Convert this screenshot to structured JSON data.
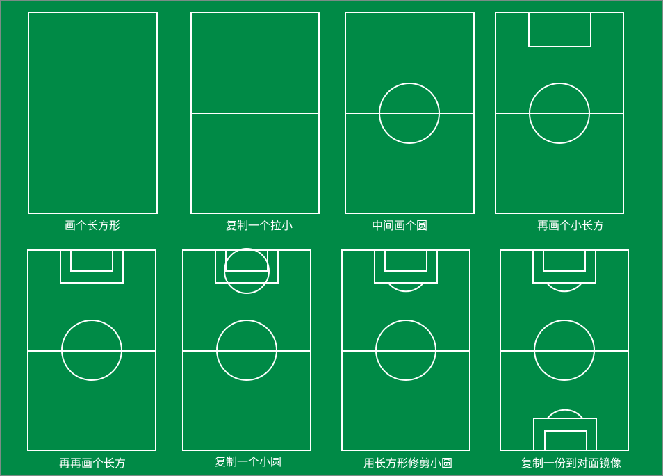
{
  "colors": {
    "field": "#008a46",
    "border": "#7a8c86",
    "line": "#ffffff"
  },
  "steps": [
    {
      "caption": "画个长方形",
      "stage": "outline"
    },
    {
      "caption": "复制一个拉小",
      "stage": "halfway-line"
    },
    {
      "caption": "中间画个圆",
      "stage": "center-circle"
    },
    {
      "caption": "再画个小长方",
      "stage": "goal-area"
    },
    {
      "caption": "再再画个长方",
      "stage": "penalty-area"
    },
    {
      "caption": "复制一个小圆",
      "stage": "penalty-arc-circle"
    },
    {
      "caption": "用长方形修剪小圆",
      "stage": "penalty-arc-trimmed"
    },
    {
      "caption": "复制一份到对面镜像",
      "stage": "mirrored"
    }
  ]
}
